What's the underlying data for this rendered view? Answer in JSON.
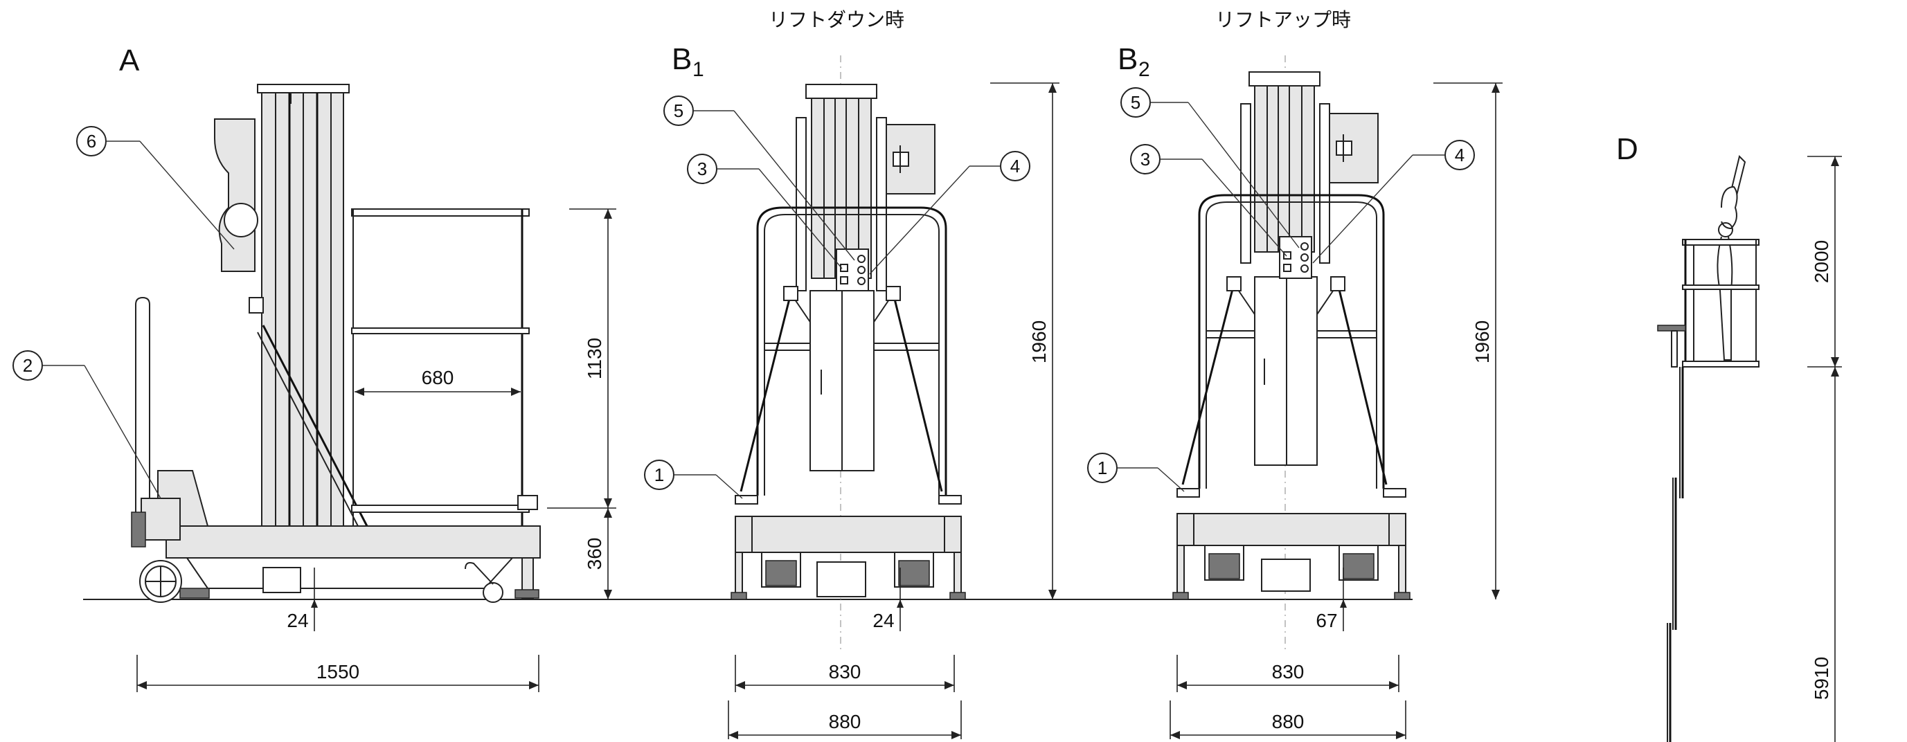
{
  "captions": {
    "lift_down": "リフトダウン時",
    "lift_up": "リフトアップ時"
  },
  "views": {
    "a": {
      "label": "A"
    },
    "b1": {
      "label": "B",
      "sub": "1"
    },
    "b2": {
      "label": "B",
      "sub": "2"
    },
    "d": {
      "label": "D"
    }
  },
  "dimensions": {
    "a_width": "1550",
    "a_platform": "680",
    "a_rail_height": "1130",
    "a_base_height": "360",
    "a_ground_clear": "24",
    "b1_clear": "24",
    "b1_inner_width": "830",
    "b1_outer_width": "880",
    "b1_height": "1960",
    "b2_clear": "67",
    "b2_inner_width": "830",
    "b2_outer_width": "880",
    "b2_height": "1960",
    "d_upper": "2000",
    "d_total": "5910"
  },
  "callouts": {
    "a_6": "6",
    "a_2": "2",
    "b1_5": "5",
    "b1_3": "3",
    "b1_4": "4",
    "b1_1": "1",
    "b2_5": "5",
    "b2_3": "3",
    "b2_4": "4",
    "b2_1": "1"
  }
}
